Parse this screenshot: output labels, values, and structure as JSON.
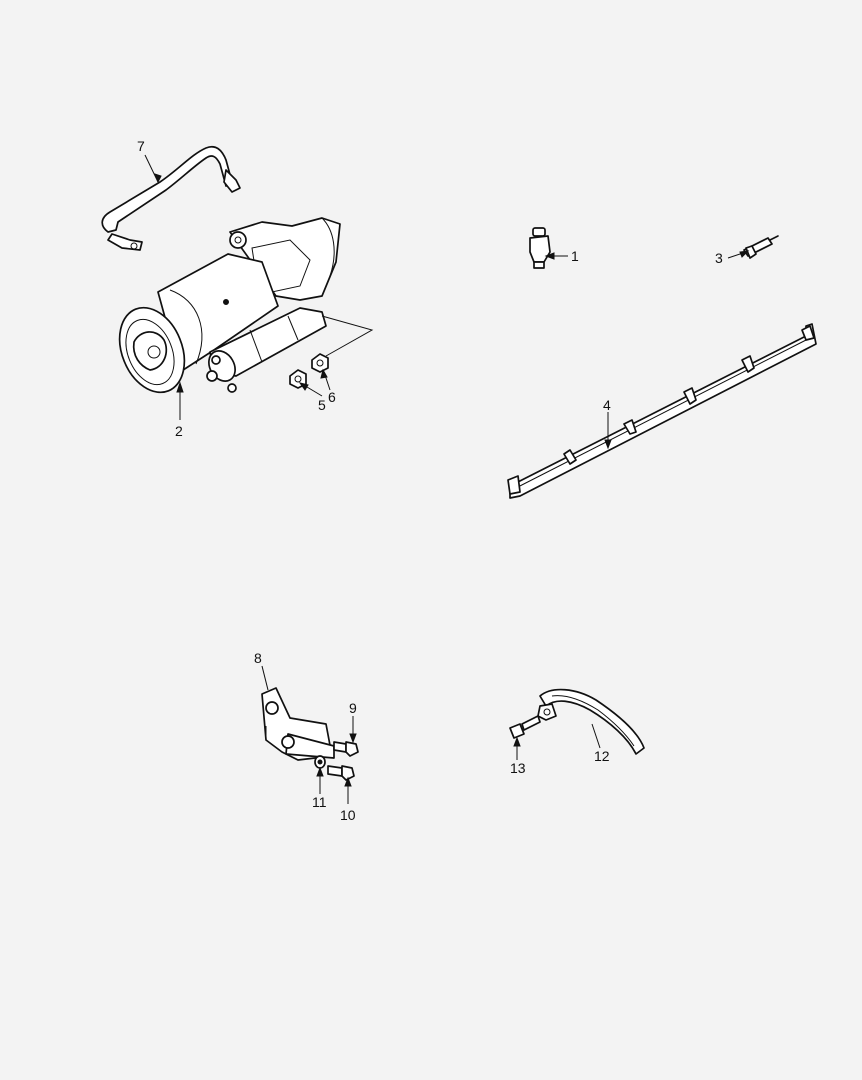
{
  "diagram": {
    "background": "#f3f3f3",
    "line_color": "#111111",
    "callouts": [
      "1",
      "2",
      "3",
      "4",
      "5",
      "6",
      "7",
      "8",
      "9",
      "10",
      "11",
      "12",
      "13"
    ]
  }
}
